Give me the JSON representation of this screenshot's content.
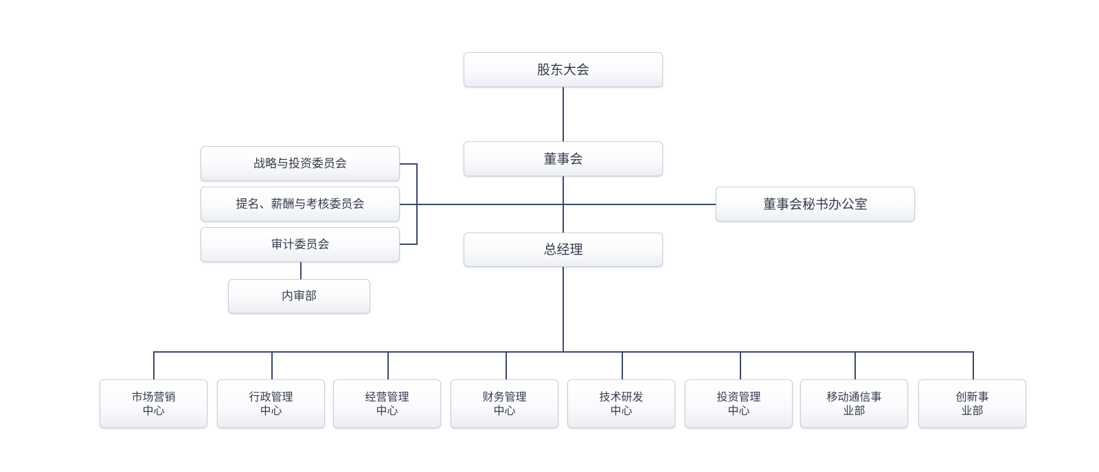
{
  "nodes": {
    "shareholders": "股东大会",
    "board": "董事会",
    "gm": "总经理",
    "board_office": "董事会秘书办公室",
    "strategy_committee": "战略与投资委员会",
    "nomination_committee": "提名、薪酬与考核委员会",
    "audit_committee": "审计委员会",
    "internal_audit": "内审部",
    "centers": [
      {
        "line1": "市场营销",
        "line2": "中心"
      },
      {
        "line1": "行政管理",
        "line2": "中心"
      },
      {
        "line1": "经营管理",
        "line2": "中心"
      },
      {
        "line1": "财务管理",
        "line2": "中心"
      },
      {
        "line1": "技术研发",
        "line2": "中心"
      },
      {
        "line1": "投资管理",
        "line2": "中心"
      },
      {
        "line1": "移动通信事",
        "line2": "业部"
      },
      {
        "line1": "创新事",
        "line2": "业部"
      }
    ]
  }
}
